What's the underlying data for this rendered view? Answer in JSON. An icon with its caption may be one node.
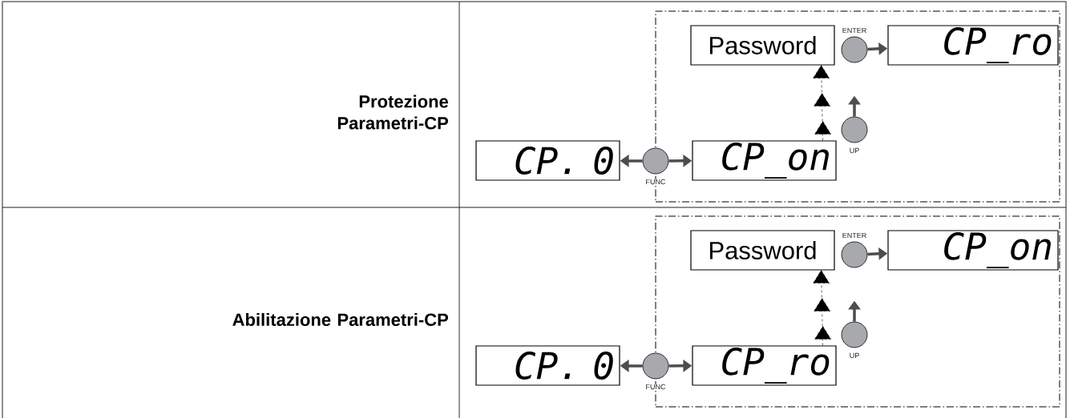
{
  "diagram": {
    "nodes": [
      {
        "text": [],
        "shape": "box"
      },
      {
        "text": [
          "CP. 0"
        ]
      },
      {
        "text": [],
        "shape": "circle",
        "beside": [
          "FUNC"
        ]
      },
      {
        "text": [
          "CP_on"
        ],
        "in": 0
      },
      {
        "text": [
          "Password"
        ],
        "in": 0
      },
      {
        "text": [],
        "shape": "circle",
        "beside": [
          "ENTER"
        ],
        "in": 0
      },
      {
        "text": [
          "CP_ro"
        ],
        "in": 0
      },
      {
        "text": [],
        "shape": "circle",
        "beside": [
          "UP"
        ],
        "in": 0
      },
      {
        "text": [],
        "shape": "box"
      },
      {
        "text": [
          "CP. 0"
        ]
      },
      {
        "text": [],
        "shape": "circle",
        "beside": [
          "FUNC"
        ]
      },
      {
        "text": [
          "CP_ro"
        ],
        "in": 8
      },
      {
        "text": [
          "Password"
        ],
        "in": 8
      },
      {
        "text": [],
        "shape": "circle",
        "beside": [
          "ENTER"
        ],
        "in": 8
      },
      {
        "text": [
          "CP_on"
        ],
        "in": 8
      },
      {
        "text": [],
        "shape": "circle",
        "beside": [
          "UP"
        ],
        "in": 8
      }
    ],
    "edges": [
      {
        "from": 2,
        "to": 1,
        "arrow": "to"
      },
      {
        "from": 2,
        "to": 3,
        "arrow": "to"
      },
      {
        "from": 3,
        "to": 4,
        "arrow": "to",
        "style": "dashed"
      },
      {
        "from": 7,
        "to": null,
        "arrow": "to"
      },
      {
        "from": 5,
        "to": 6,
        "arrow": "to"
      },
      {
        "from": 10,
        "to": 9,
        "arrow": "to"
      },
      {
        "from": 10,
        "to": 11,
        "arrow": "to"
      },
      {
        "from": 11,
        "to": 12,
        "arrow": "to",
        "style": "dashed"
      },
      {
        "from": 15,
        "to": null,
        "arrow": "to"
      },
      {
        "from": 13,
        "to": 14,
        "arrow": "to"
      }
    ],
    "labels": [
      "Protezione Parametri-CP",
      "Abilitazione Parametri-CP"
    ]
  }
}
